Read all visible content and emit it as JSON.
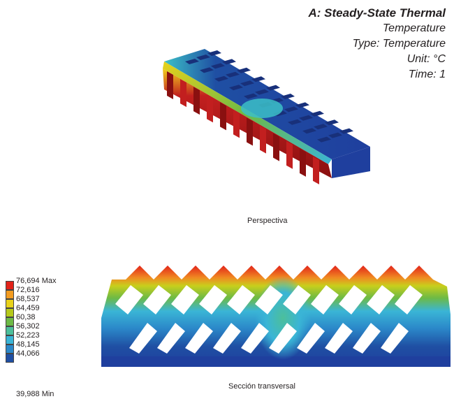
{
  "header": {
    "title": "A: Steady-State Thermal",
    "lines": [
      "Temperature",
      "Type: Temperature",
      "Unit: °C",
      "Time: 1"
    ]
  },
  "views": {
    "perspective_caption": "Perspectiva",
    "section_caption": "Sección transversal"
  },
  "legend": {
    "labels": [
      "76,694 Max",
      "72,616",
      "68,537",
      "64,459",
      "60,38",
      "56,302",
      "52,223",
      "48,145",
      "44,066",
      "39,988 Min"
    ],
    "colors": [
      "#e2231a",
      "#f39c20",
      "#e8d21b",
      "#b5c91a",
      "#6dba45",
      "#4cbf9b",
      "#3ab5d6",
      "#2b88c9",
      "#1f4fa3"
    ]
  },
  "palette": {
    "cold": "#1f3f9e",
    "cool": "#2d7fc4",
    "mid": "#3cc0c7",
    "warm": "#7cc24a",
    "hot": "#f2d21c",
    "hotter": "#f08a22",
    "hottest": "#c21f1f",
    "wall_dark": "#8a1010"
  }
}
